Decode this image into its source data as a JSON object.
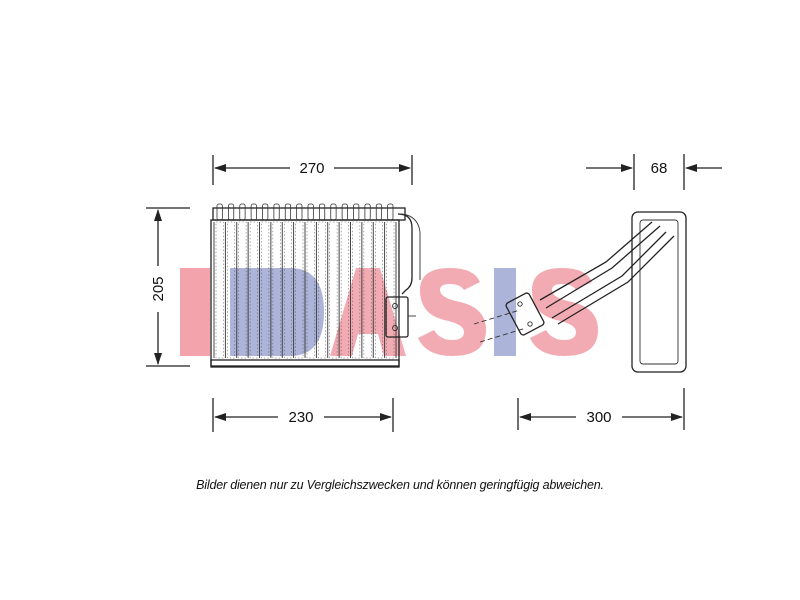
{
  "dimensions": {
    "top_width": "270",
    "height": "205",
    "bottom_width": "230",
    "depth": "68",
    "pipe_length": "300"
  },
  "caption": "Bilder dienen nur zu Vergleichszwecken und können geringfügig abweichen.",
  "colors": {
    "watermark": "#e23b4b",
    "watermark_blue": "#3f4fa8",
    "lines": "#222222"
  },
  "icons": {
    "watermark_logo": "aks-dasis-logo"
  }
}
